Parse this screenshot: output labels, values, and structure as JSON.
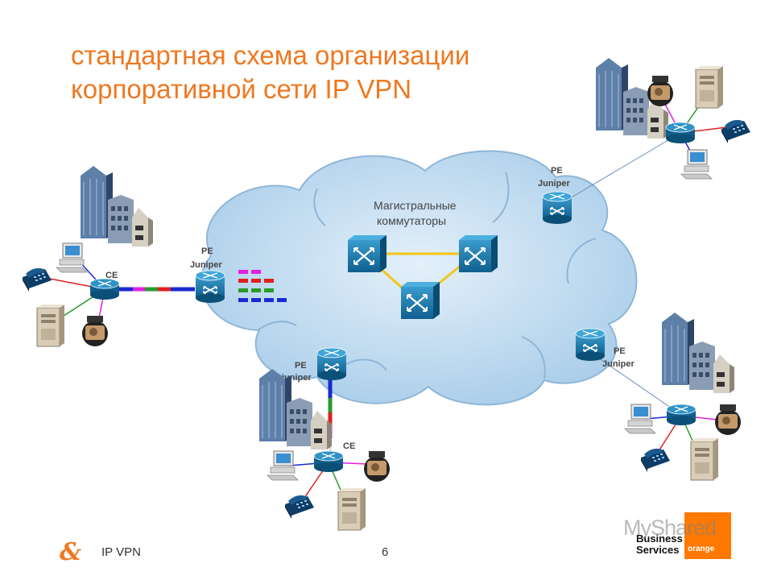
{
  "slide": {
    "title_lines": [
      "стандартная схема организации",
      "корпоративной сети IP VPN"
    ],
    "accent_color": "#f07820"
  },
  "diagram": {
    "core_label_lines": [
      "Магистральные",
      "коммутаторы"
    ],
    "pe_left": [
      "PE",
      "Juniper"
    ],
    "pe_top_right": [
      "PE",
      "Juniper"
    ],
    "pe_right": [
      "PE",
      "Juniper"
    ],
    "pe_bottom": [
      "PE",
      "juniper"
    ],
    "ce_left": "CE",
    "ce_bottom": "CE",
    "colors": {
      "cloud": "#c2dcef",
      "device": "#1d7fb1",
      "core_link": "#f5c518",
      "vpn_magenta": "#e020e0",
      "vpn_red": "#e02020",
      "vpn_green": "#2a9a2a",
      "vpn_blue": "#1a2ad0"
    }
  },
  "footer": {
    "product": "IP VPN",
    "page": "6",
    "brand_line1": "Business",
    "brand_line2": "Services",
    "brand_square_text": "orange",
    "watermark": "MyShared",
    "logo_symbol": "&"
  }
}
